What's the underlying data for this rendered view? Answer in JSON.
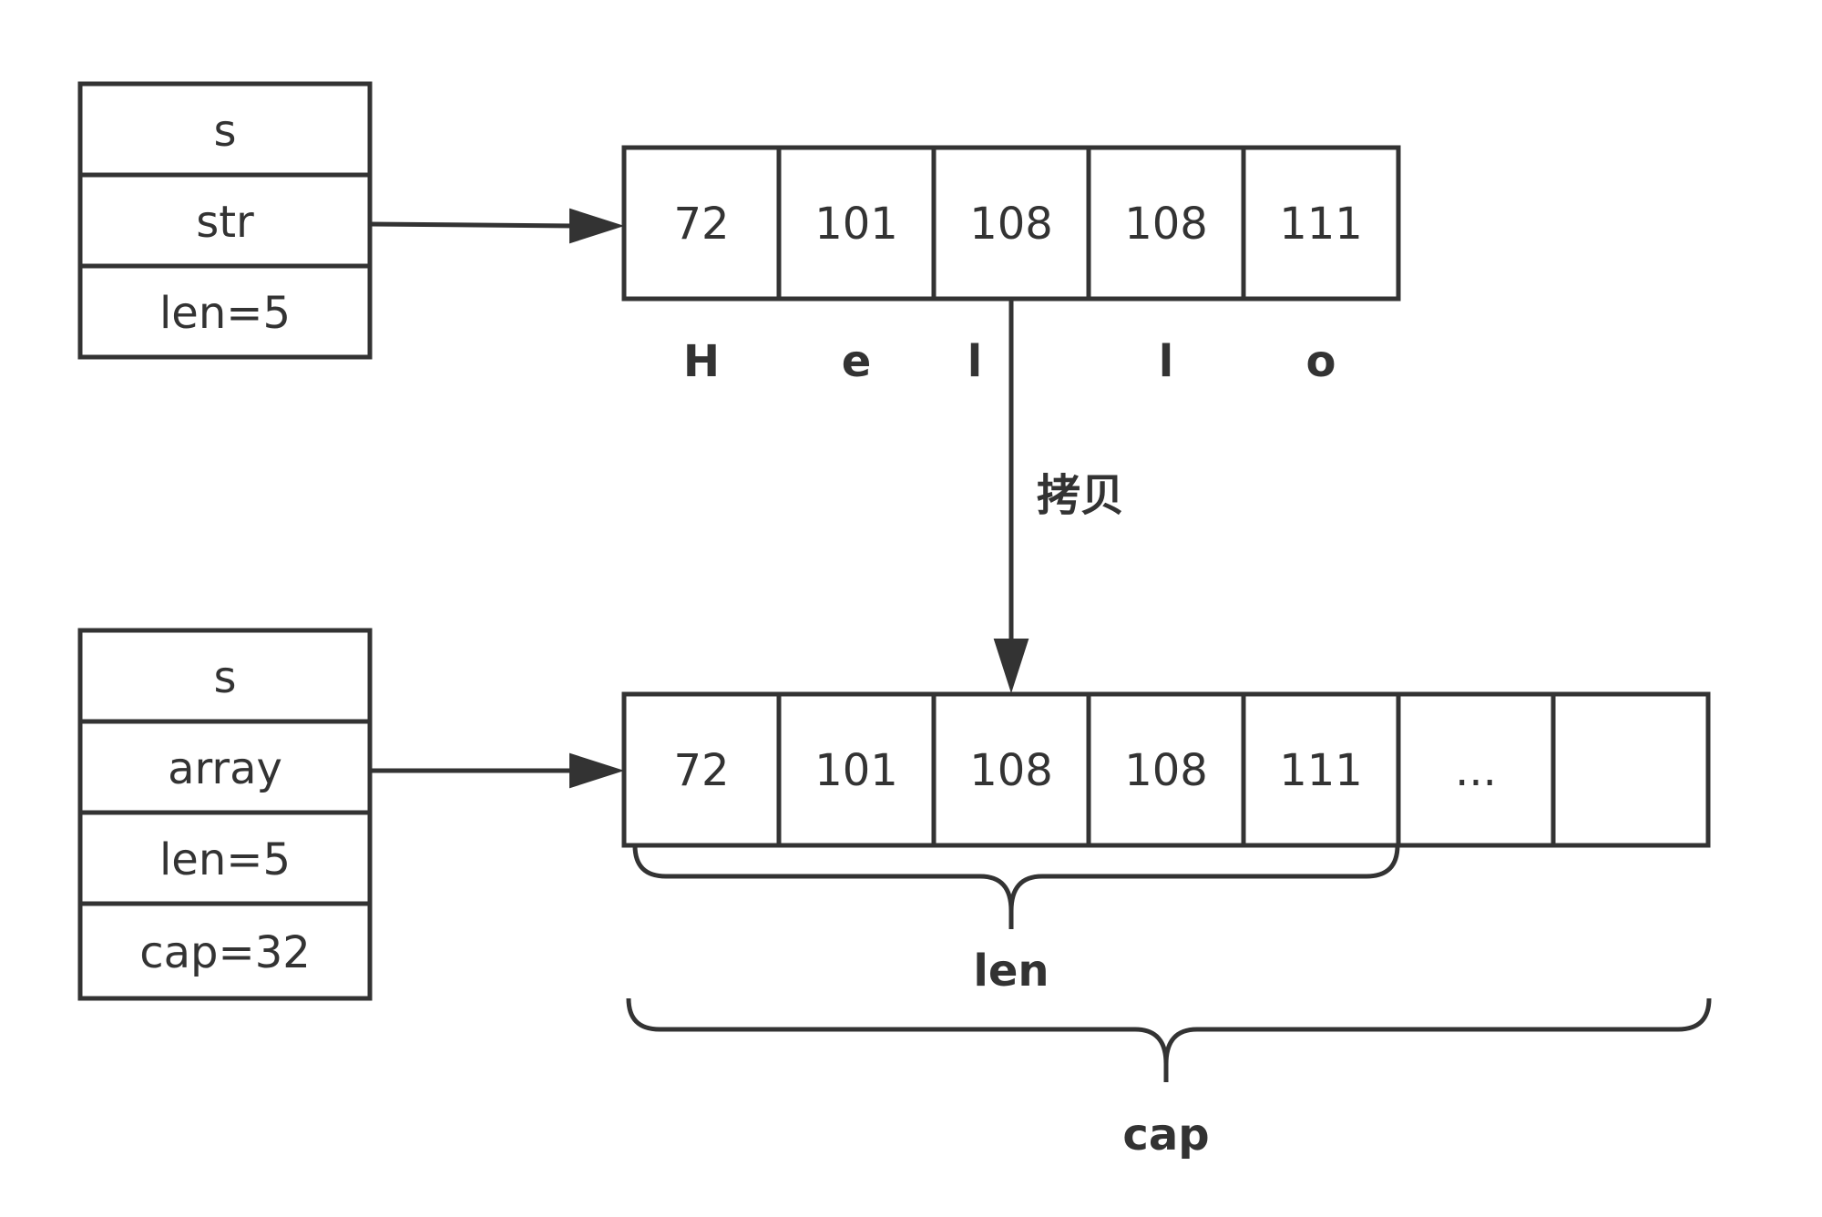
{
  "string_header": {
    "fields": [
      "s",
      "str",
      "len=5"
    ]
  },
  "string_bytes": [
    "72",
    "101",
    "108",
    "108",
    "111"
  ],
  "string_chars": [
    "H",
    "e",
    "l",
    "l",
    "o"
  ],
  "copy_label": "拷贝",
  "slice_header": {
    "fields": [
      "s",
      "array",
      "len=5",
      "cap=32"
    ]
  },
  "slice_cells": [
    "72",
    "101",
    "108",
    "108",
    "111",
    "...",
    ""
  ],
  "len_label": "len",
  "cap_label": "cap"
}
